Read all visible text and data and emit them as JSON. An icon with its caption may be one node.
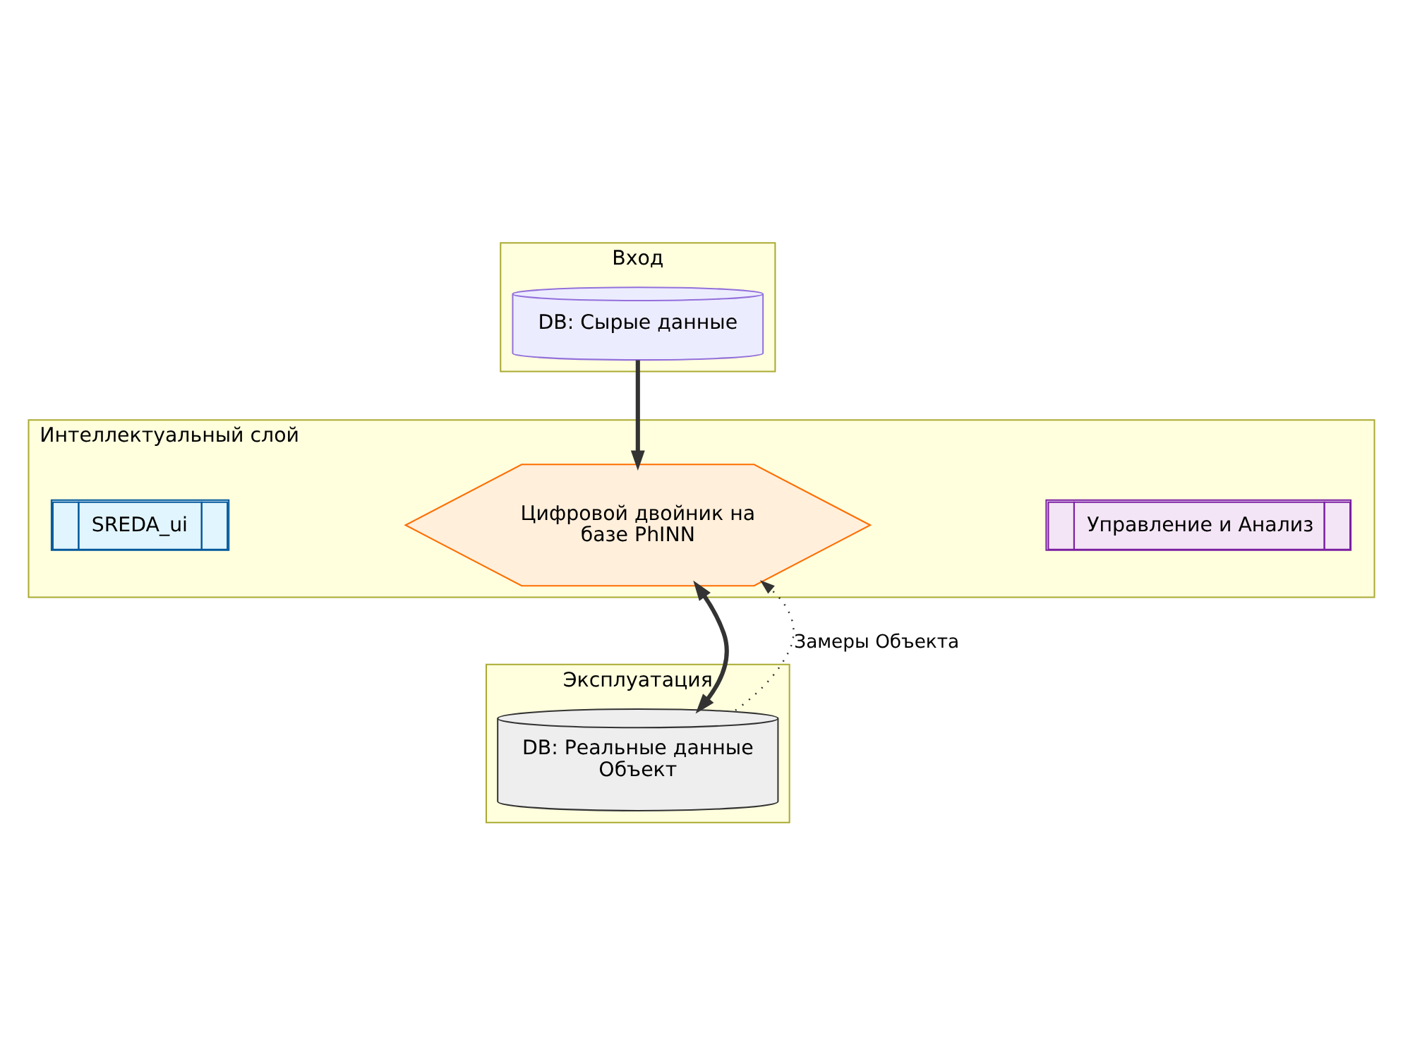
{
  "diagram": {
    "nodes": [
      {
        "text": [
          "Вход"
        ]
      },
      {
        "text": [
          "DB: Сырые данные"
        ],
        "in": 0
      },
      {
        "text": [
          "Интеллектуальный слой"
        ]
      },
      {
        "text": [
          "SREDA_ui"
        ],
        "in": 2
      },
      {
        "text": [
          "Цифровой двойник на базе PhINN"
        ],
        "in": 2
      },
      {
        "text": [
          "Управление и Анализ"
        ],
        "in": 2
      },
      {
        "text": [
          "Эксплуатация"
        ]
      },
      {
        "text": [
          "DB: Реальные данные Объект"
        ],
        "in": 6
      }
    ],
    "edges": [
      {
        "from": 1,
        "to": 4,
        "arrow": "to"
      },
      {
        "from": 7,
        "to": 4,
        "arrow": "both"
      },
      {
        "from": 7,
        "to": 4,
        "arrow": "to",
        "style": "dashed",
        "label": "Замеры Объекта"
      }
    ]
  }
}
